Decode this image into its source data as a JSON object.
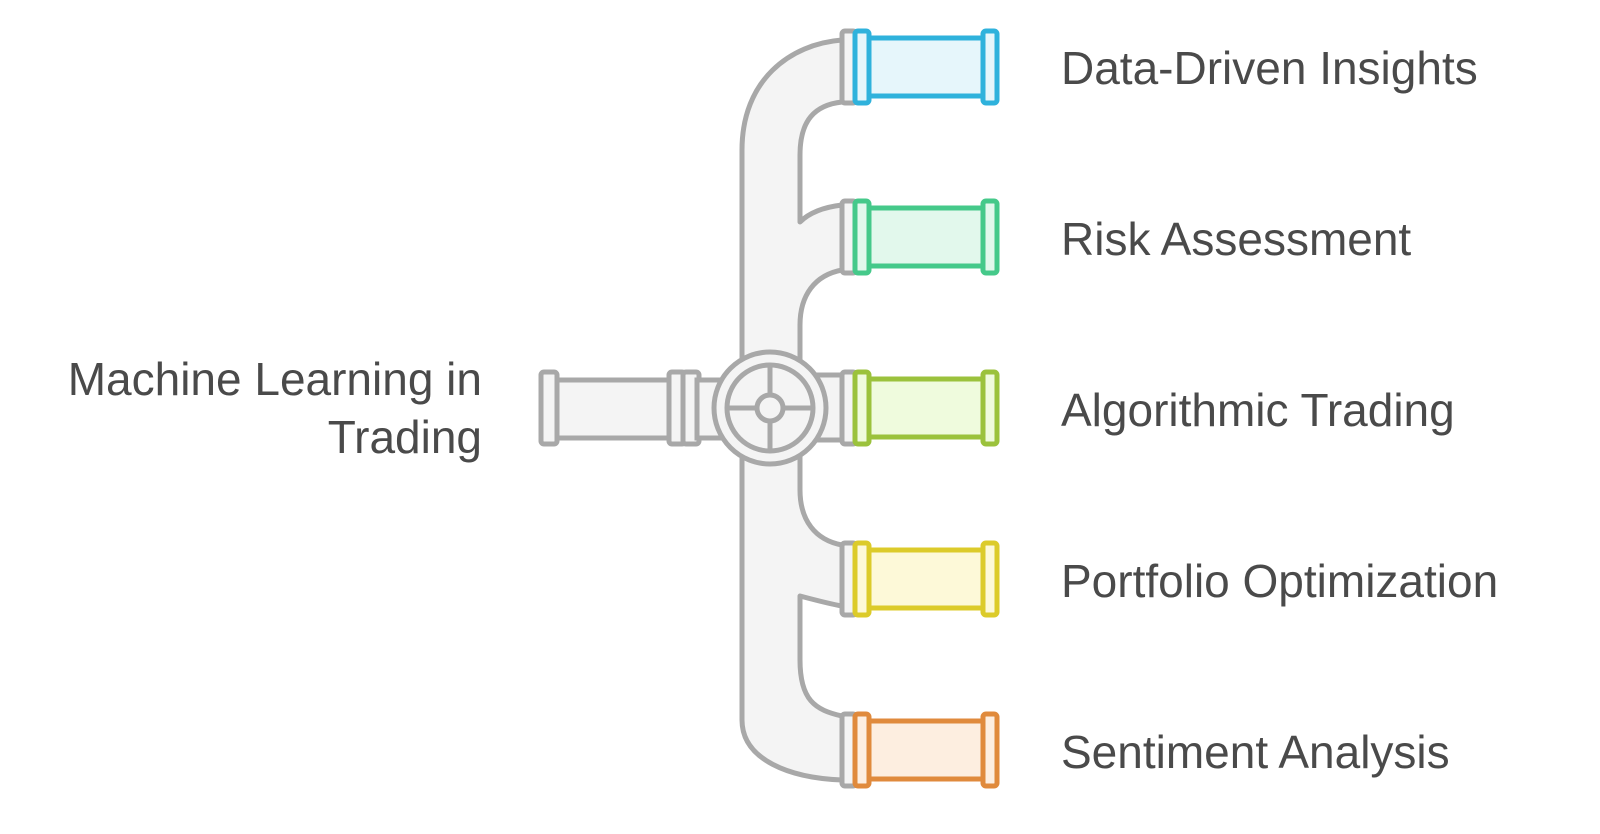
{
  "source": {
    "lines": [
      "Machine Learning in",
      "Trading"
    ]
  },
  "branches": [
    {
      "label": "Data-Driven Insights",
      "stroke": "#2fb2dc",
      "fill": "#e6f6fb"
    },
    {
      "label": "Risk Assessment",
      "stroke": "#45c98a",
      "fill": "#e2f8ec"
    },
    {
      "label": "Algorithmic Trading",
      "stroke": "#9bc23c",
      "fill": "#effbdd"
    },
    {
      "label": "Portfolio Optimization",
      "stroke": "#dccb2a",
      "fill": "#fdf9d8"
    },
    {
      "label": "Sentiment Analysis",
      "stroke": "#e08a3c",
      "fill": "#fdeee0"
    }
  ],
  "pipe": {
    "stroke": "#a8a8a8",
    "fill": "#f4f4f4"
  }
}
